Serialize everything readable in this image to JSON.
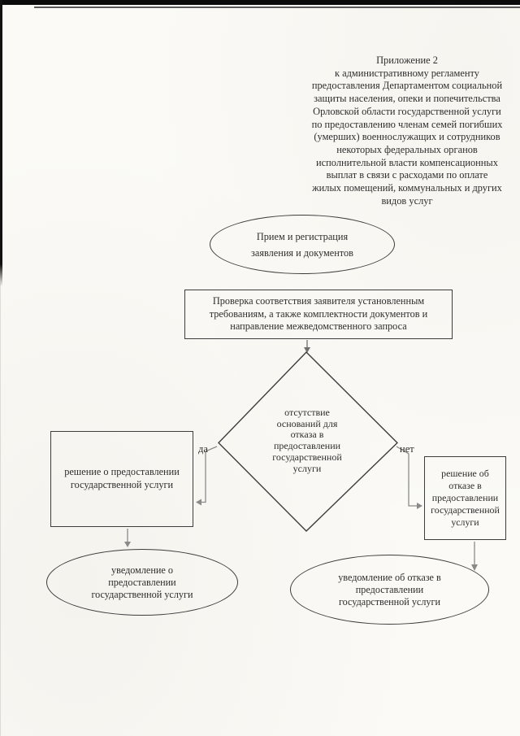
{
  "page": {
    "colors": {
      "paper": "#fbfaf6",
      "ink": "#2e2e2e",
      "shape_border": "#3d3d3d",
      "connector": "#8a8a8a",
      "scan_band": "#0b0b0b"
    }
  },
  "header": {
    "lines": [
      "Приложение 2",
      "к административному регламенту",
      "предоставления Департаментом социальной",
      "защиты населения, опеки и попечительства",
      "Орловской области государственной услуги",
      "по предоставлению членам семей погибших",
      "(умерших) военнослужащих и сотрудников",
      "некоторых федеральных органов",
      "исполнительной власти компенсационных",
      "выплат в связи с расходами по оплате",
      "жилых помещений, коммунальных и других",
      "видов услуг"
    ]
  },
  "flowchart": {
    "start_ellipse": {
      "lines": [
        "Прием и регистрация",
        "заявления и документов"
      ]
    },
    "check_rect": {
      "lines": [
        "Проверка соответствия заявителя установленным",
        "требованиям, а также комплектности документов и",
        "направление межведомственного запроса"
      ]
    },
    "decision_diamond": {
      "lines": [
        "отсутствие",
        "оснований для",
        "отказа в",
        "предоставлении",
        "государственной",
        "услуги"
      ]
    },
    "branch_yes": "да",
    "branch_no": "нет",
    "approve_rect": {
      "lines": [
        "решение о предоставлении",
        "государственной услуги"
      ]
    },
    "deny_rect": {
      "lines": [
        "решение об",
        "отказе в",
        "предоставлении",
        "государственной",
        "услуги"
      ]
    },
    "approve_ellipse": {
      "lines": [
        "уведомление о",
        "предоставлении",
        "государственной услуги"
      ]
    },
    "deny_ellipse": {
      "lines": [
        "уведомление об отказе в",
        "предоставлении",
        "государственной услуги"
      ]
    }
  }
}
